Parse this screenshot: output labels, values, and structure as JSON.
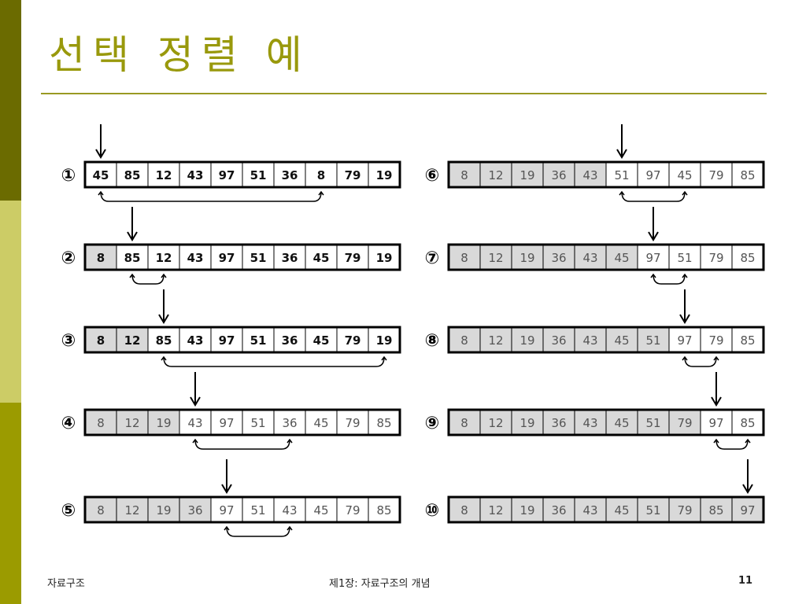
{
  "slide": {
    "title": "선택 정렬 예",
    "footer_left": "자료구조",
    "footer_center": "제1장: 자료구조의 개념",
    "page_number": "11"
  },
  "colors": {
    "sorted_fill": "#d9d9d9",
    "active_text": "#111111",
    "sorted_text": "#555555",
    "accent": "#99990c"
  },
  "steps": [
    {
      "label": "①",
      "values": [
        45,
        85,
        12,
        43,
        97,
        51,
        36,
        8,
        79,
        19
      ],
      "sorted": 0,
      "pointer": 0,
      "swap": [
        0,
        7
      ]
    },
    {
      "label": "②",
      "values": [
        8,
        85,
        12,
        43,
        97,
        51,
        36,
        45,
        79,
        19
      ],
      "sorted": 1,
      "pointer": 1,
      "swap": [
        1,
        2
      ]
    },
    {
      "label": "③",
      "values": [
        8,
        12,
        85,
        43,
        97,
        51,
        36,
        45,
        79,
        19
      ],
      "sorted": 2,
      "pointer": 2,
      "swap": [
        2,
        9
      ]
    },
    {
      "label": "④",
      "values": [
        8,
        12,
        19,
        43,
        97,
        51,
        36,
        45,
        79,
        85
      ],
      "sorted": 3,
      "pointer": 3,
      "swap": [
        3,
        6
      ]
    },
    {
      "label": "⑤",
      "values": [
        8,
        12,
        19,
        36,
        97,
        51,
        43,
        45,
        79,
        85
      ],
      "sorted": 4,
      "pointer": 4,
      "swap": [
        4,
        6
      ]
    },
    {
      "label": "⑥",
      "values": [
        8,
        12,
        19,
        36,
        43,
        51,
        97,
        45,
        79,
        85
      ],
      "sorted": 5,
      "pointer": 5,
      "swap": [
        5,
        7
      ]
    },
    {
      "label": "⑦",
      "values": [
        8,
        12,
        19,
        36,
        43,
        45,
        97,
        51,
        79,
        85
      ],
      "sorted": 6,
      "pointer": 6,
      "swap": [
        6,
        7
      ]
    },
    {
      "label": "⑧",
      "values": [
        8,
        12,
        19,
        36,
        43,
        45,
        51,
        97,
        79,
        85
      ],
      "sorted": 7,
      "pointer": 7,
      "swap": [
        7,
        8
      ]
    },
    {
      "label": "⑨",
      "values": [
        8,
        12,
        19,
        36,
        43,
        45,
        51,
        79,
        97,
        85
      ],
      "sorted": 8,
      "pointer": 8,
      "swap": [
        8,
        9
      ]
    },
    {
      "label": "⑩",
      "values": [
        8,
        12,
        19,
        36,
        43,
        45,
        51,
        79,
        85,
        97
      ],
      "sorted": 10,
      "pointer": 9,
      "swap": null
    }
  ]
}
